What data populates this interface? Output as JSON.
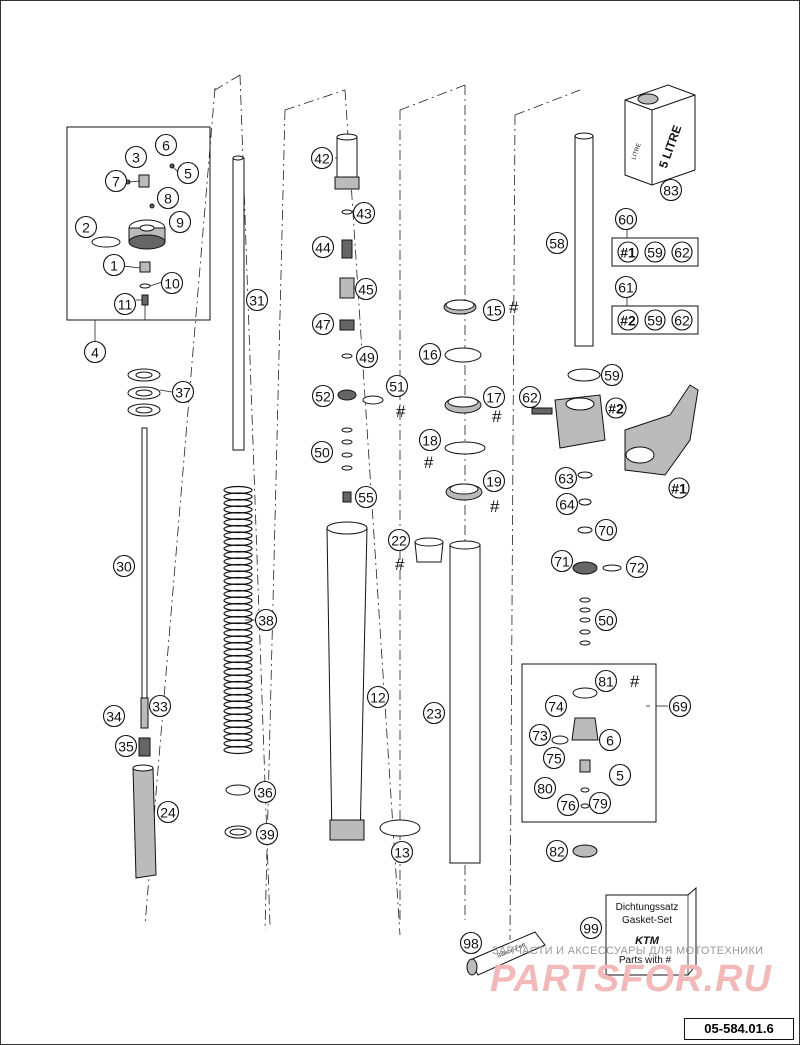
{
  "callouts": [
    "1",
    "2",
    "3",
    "4",
    "5",
    "6",
    "7",
    "8",
    "9",
    "10",
    "11",
    "12",
    "13",
    "15",
    "16",
    "17",
    "18",
    "19",
    "22",
    "23",
    "24",
    "30",
    "31",
    "33",
    "34",
    "35",
    "36",
    "37",
    "38",
    "39",
    "42",
    "43",
    "44",
    "45",
    "47",
    "49",
    "50",
    "51",
    "52",
    "55",
    "58",
    "59",
    "60",
    "61",
    "62",
    "63",
    "64",
    "69",
    "70",
    "71",
    "72",
    "73",
    "74",
    "75",
    "76",
    "79",
    "80",
    "81",
    "82",
    "83",
    "98",
    "99"
  ],
  "can_label": "5 LITRE",
  "can_side_label": "LITRE",
  "kit_box": {
    "line1": "Dichtungssatz",
    "line2": "Gasket-Set",
    "brand": "KTM",
    "line3": "Parts with #"
  },
  "tube_label": "Silikon-Fett",
  "variant_60": [
    "#1",
    "59",
    "62"
  ],
  "variant_61": [
    "#2",
    "59",
    "62"
  ],
  "clamp_marks": [
    "#2",
    "#1"
  ],
  "hash_mark": "#",
  "watermark": {
    "text": "ЗАПЧАСТИ И АКСЕССУАРЫ ДЛЯ МОТОТЕХНИКИ",
    "logo": "PARTSFOR.RU"
  },
  "doc_number": "05-584.01.6"
}
